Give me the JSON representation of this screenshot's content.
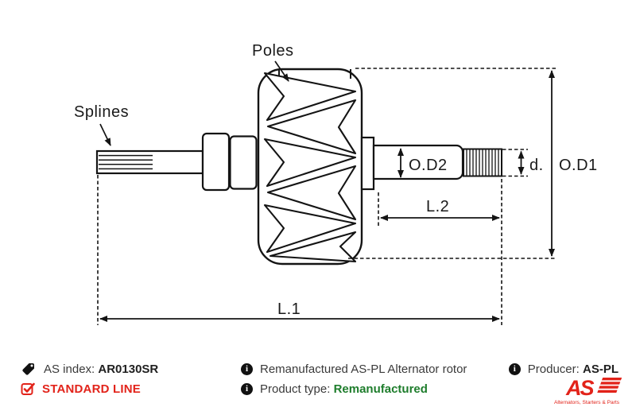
{
  "diagram": {
    "labels": {
      "splines": "Splines",
      "poles": "Poles",
      "od2": "O.D2",
      "l2": "L.2",
      "l1": "L.1",
      "d": "d.",
      "od1": "O.D1"
    }
  },
  "icons": {
    "info_glyph": "i"
  },
  "footer": {
    "as_index_label": "AS index:",
    "as_index_value": "AR0130SR",
    "standard_line": "STANDARD LINE",
    "description": "Remanufactured AS-PL Alternator rotor",
    "product_type_label": "Product type:",
    "product_type_value": "Remanufactured",
    "producer_label": "Producer:",
    "producer_value": "AS-PL",
    "logo_text": "AS",
    "logo_tagline": "Alternators, Starters & Parts"
  },
  "colors": {
    "brand_red": "#e2231a",
    "status_green": "#1e7d2c",
    "line_art": "#141414"
  }
}
